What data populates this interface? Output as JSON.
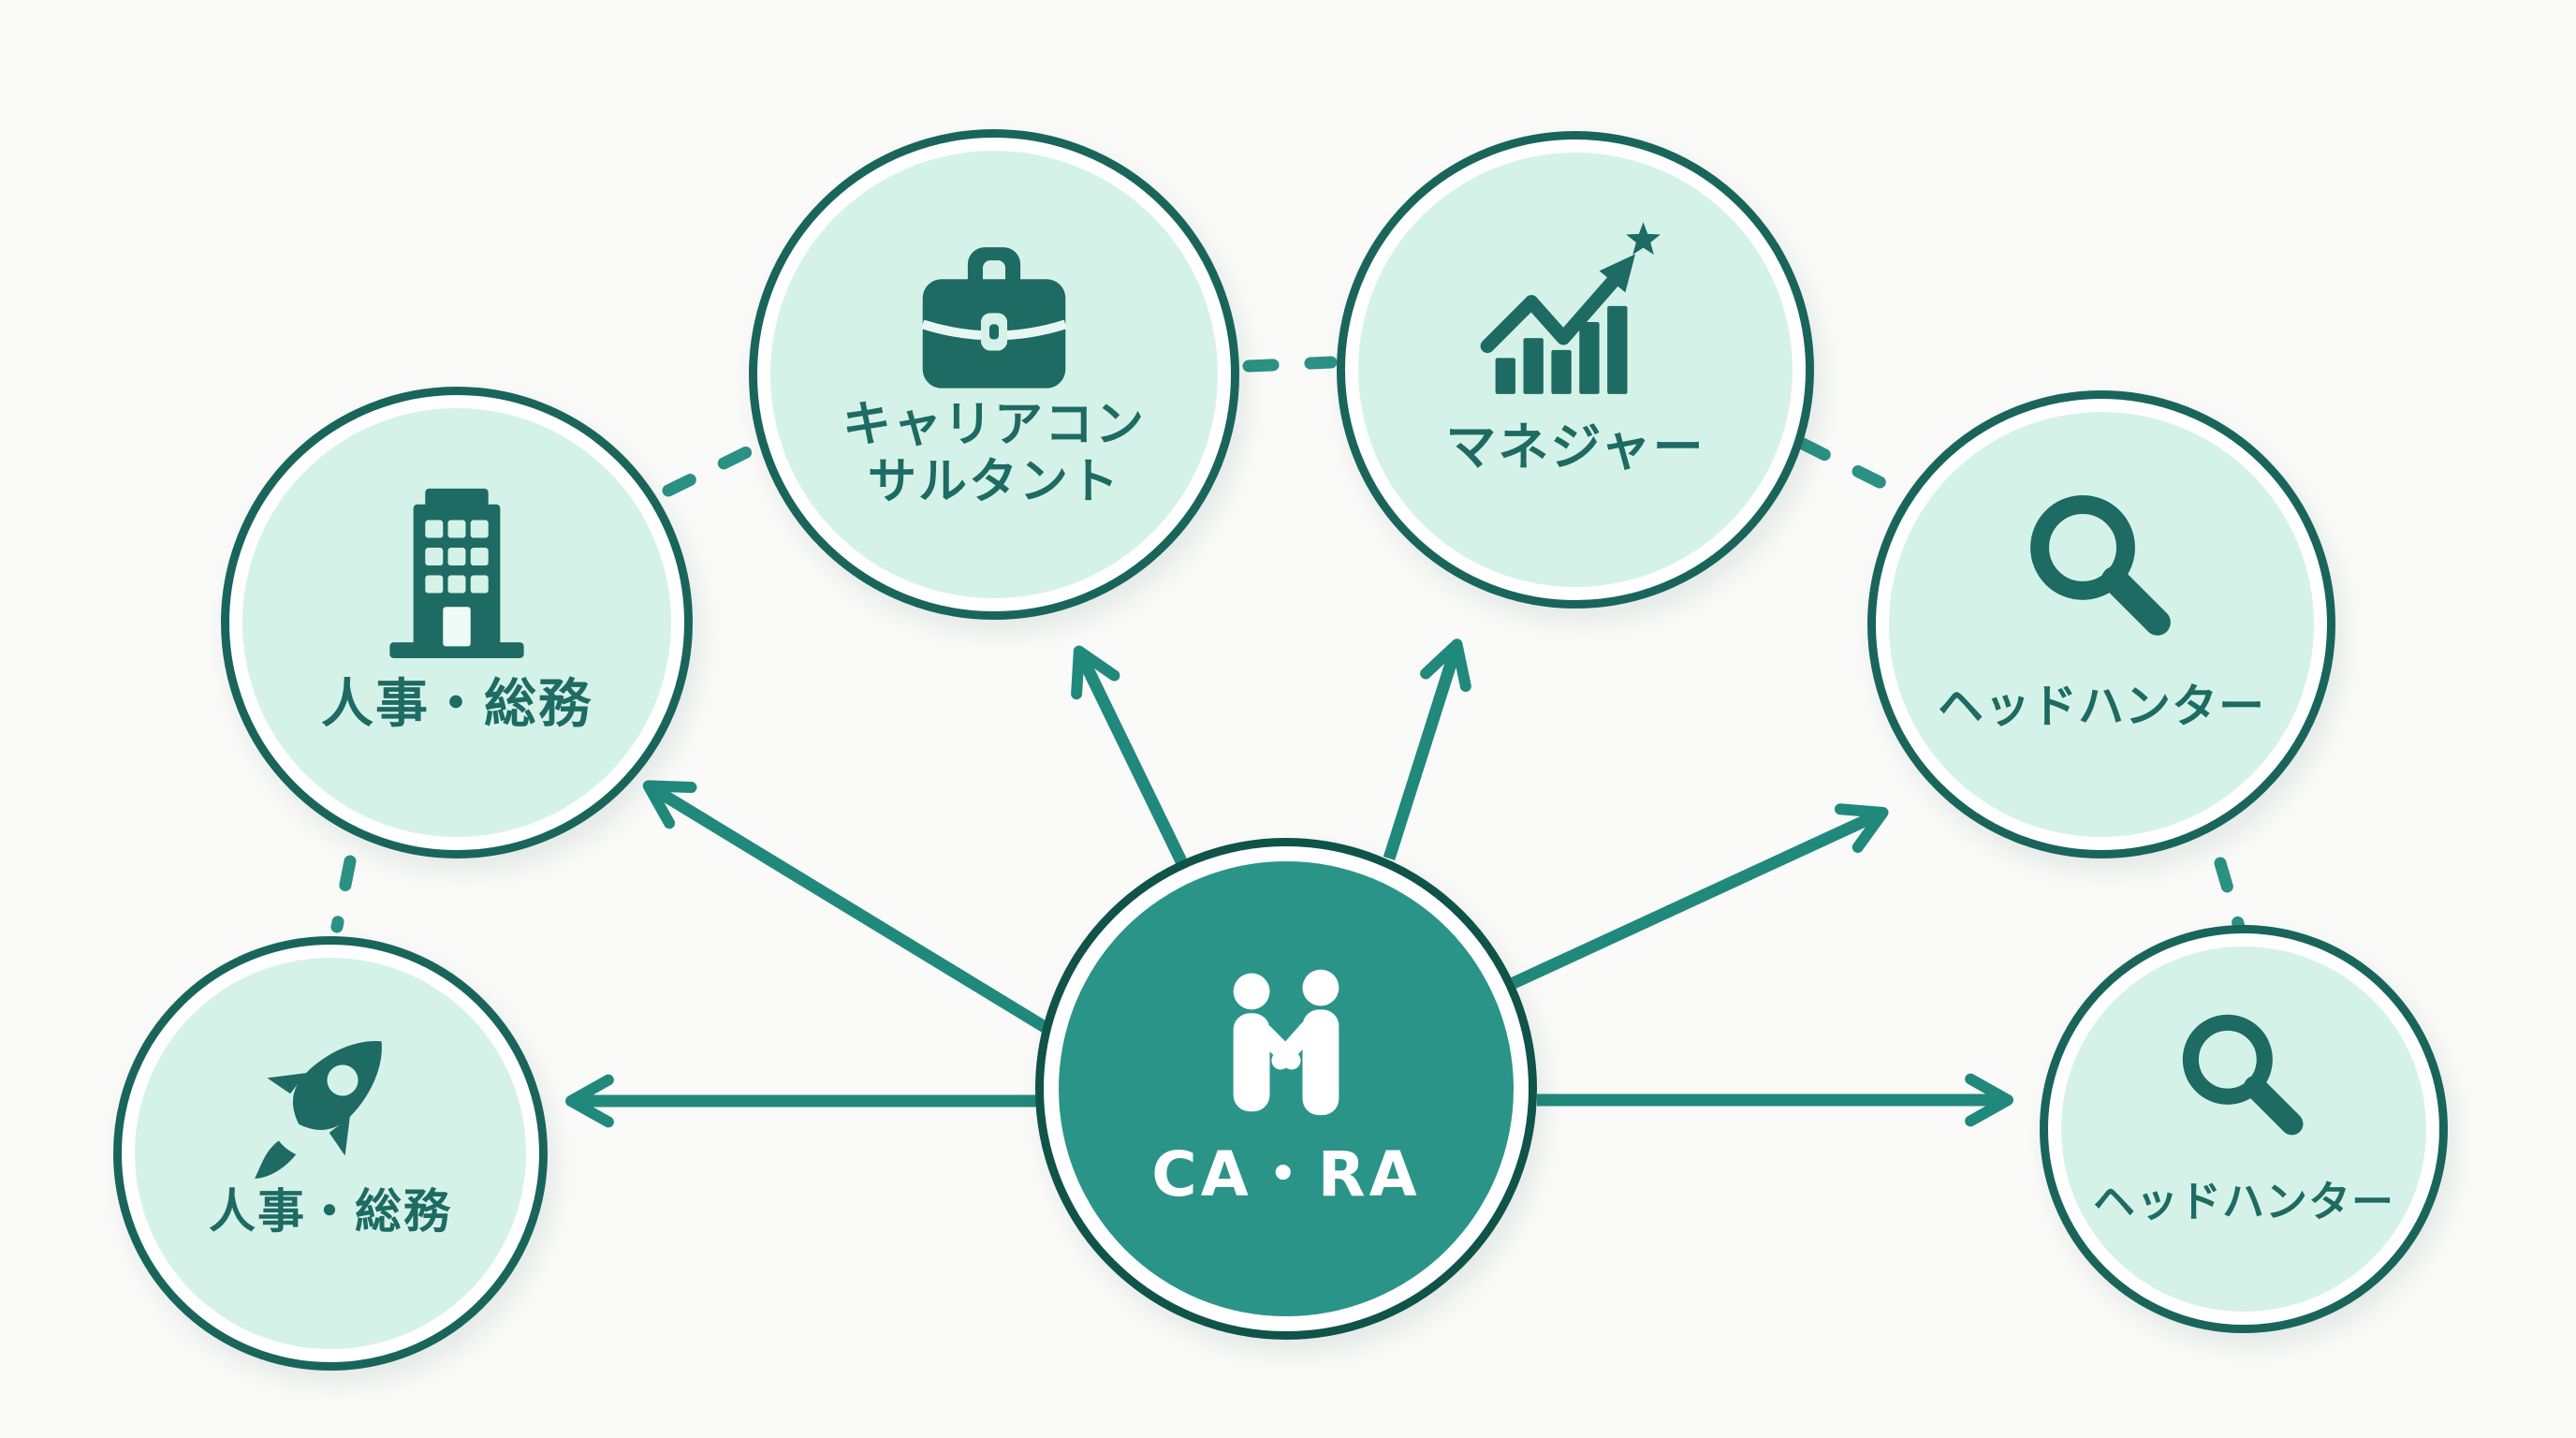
{
  "center_node": {
    "label": "CA・RA",
    "icon": "handshake-icon"
  },
  "nodes": {
    "hr_admin_top": {
      "label": "人事・総務",
      "icon": "building-icon"
    },
    "career_consultant": {
      "label_line1": "キャリアコン",
      "label_line2": "サルタント",
      "icon": "briefcase-icon"
    },
    "manager": {
      "label": "マネジャー",
      "icon": "growth-chart-icon"
    },
    "headhunter_upper": {
      "label": "ヘッドハンター",
      "icon": "magnifying-glass-icon"
    },
    "hr_admin_bottom": {
      "label": "人事・総務",
      "icon": "rocket-icon"
    },
    "headhunter_lower": {
      "label": "ヘッドハンター",
      "icon": "magnifying-glass-icon"
    }
  },
  "colors": {
    "background": "#fafaf8",
    "mint_fill": "#d5f2e9",
    "teal_dark": "#1d6b62",
    "ring_stroke": "#19655b",
    "center_fill": "#2a9488",
    "center_ring": "#0f5349",
    "arrow": "#20897b",
    "dash": "#2a9183"
  }
}
